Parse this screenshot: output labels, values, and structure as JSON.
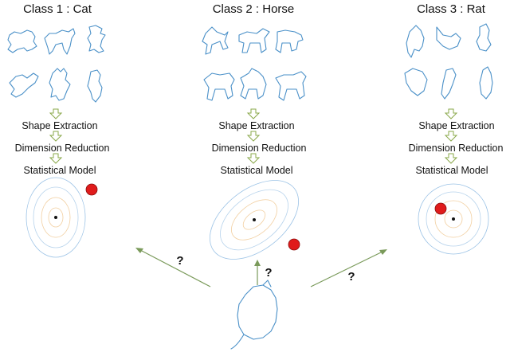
{
  "classes": [
    {
      "title": "Class 1 : Cat",
      "steps": [
        "Shape Extraction",
        "Dimension Reduction",
        "Statistical Model"
      ]
    },
    {
      "title": "Class 2 : Horse",
      "steps": [
        "Shape Extraction",
        "Dimension Reduction",
        "Statistical Model"
      ]
    },
    {
      "title": "Class 3 : Rat",
      "steps": [
        "Shape Extraction",
        "Dimension Reduction",
        "Statistical Model"
      ]
    }
  ],
  "question_mark": "?",
  "colors": {
    "silhouette": "#4a90c8",
    "arrow_outline": "#8aa84a",
    "classify_arrow": "#7a9a5a",
    "marker": "#e01b1b",
    "contour_outer": "#9cc3e6",
    "contour_inner": "#f2cfa0"
  },
  "icons": {
    "process_arrow": "hollow-down-arrow",
    "query_shape": "rat-silhouette",
    "model": "gaussian-contours"
  }
}
